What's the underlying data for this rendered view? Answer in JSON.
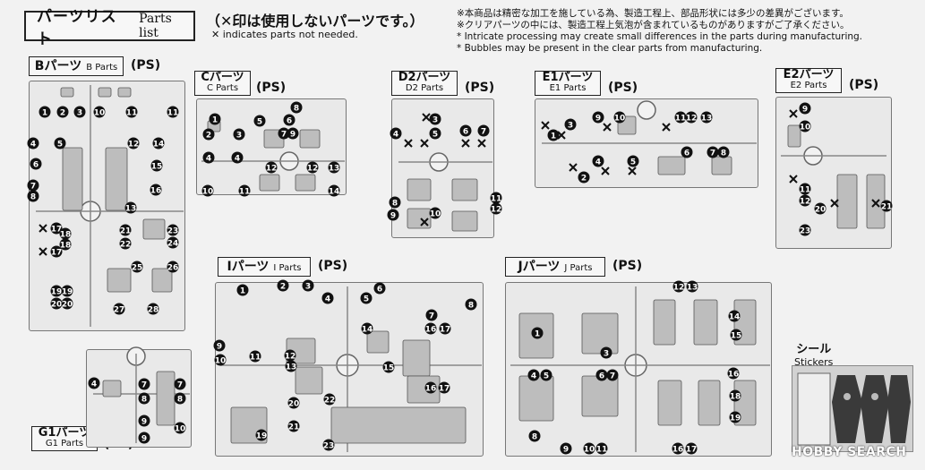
{
  "header": {
    "title_jp": "パーツリスト",
    "title_en": "Parts list",
    "note_jp": "（✕印は使用しないパーツです。）",
    "note_en": "✕ indicates parts not needed."
  },
  "notes": [
    "※本商品は精密な加工を施している為、製造工程上、部品形状には多少の差異がございます。",
    "※クリアパーツの中には、製造工程上気泡が含まれているものがありますがご了承ください。",
    "* Intricate processing may create small differences in the parts during manufacturing.",
    "* Bubbles may be present in the clear parts from manufacturing."
  ],
  "runners": {
    "b": {
      "jp": "Bパーツ",
      "en": "B Parts",
      "ps": "(PS)"
    },
    "c": {
      "jp": "Cパーツ",
      "en": "C Parts",
      "ps": "(PS)"
    },
    "d2": {
      "jp": "D2パーツ",
      "en": "D2 Parts",
      "ps": "(PS)"
    },
    "e1": {
      "jp": "E1パーツ",
      "en": "E1 Parts",
      "ps": "(PS)"
    },
    "e2": {
      "jp": "E2パーツ",
      "en": "E2 Parts",
      "ps": "(PS)"
    },
    "i": {
      "jp": "Iパーツ",
      "en": "I Parts",
      "ps": "(PS)"
    },
    "j": {
      "jp": "Jパーツ",
      "en": "J Parts",
      "ps": "(PS)"
    },
    "g1": {
      "jp": "G1パーツ",
      "en": "G1 Parts",
      "ps": "(PS)"
    }
  },
  "stickers": {
    "jp": "シール",
    "en": "Stickers"
  },
  "watermark": "HOBBY SEARCH",
  "colors": {
    "badge": "#111111",
    "runner": "#e9e9e9",
    "part": "#bdbdbd"
  }
}
